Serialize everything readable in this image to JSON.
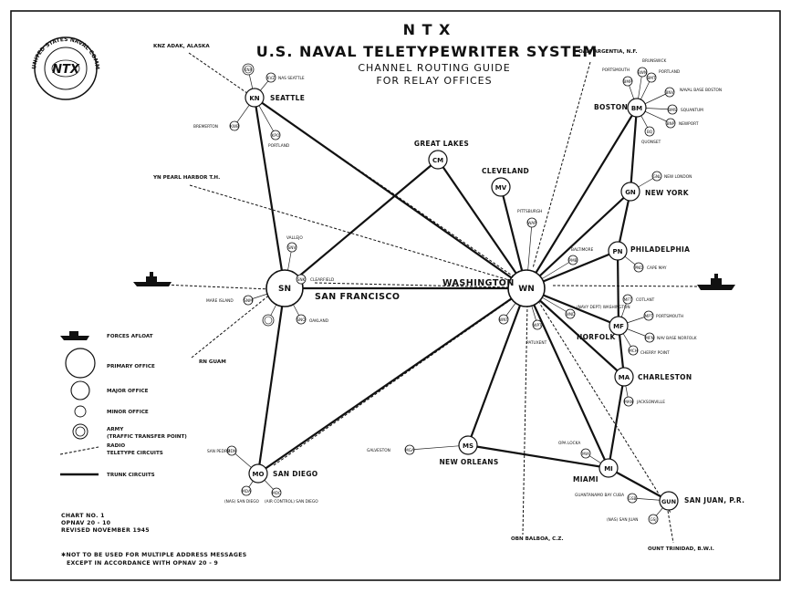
{
  "title": {
    "line1": "N T X",
    "line2": "U.S. NAVAL TELETYPEWRITER SYSTEM",
    "line3": "CHANNEL ROUTING GUIDE",
    "line4": "FOR RELAY OFFICES"
  },
  "seal": {
    "text": "UNITED STATES NAVAL COMMUNICATION SERVICE",
    "center": "NTX"
  },
  "primary_offices": [
    {
      "code": "WN",
      "name": "WASHINGTON"
    },
    {
      "code": "SN",
      "name": "SAN FRANCISCO"
    }
  ],
  "major_offices": [
    {
      "code": "KN",
      "name": "SEATTLE"
    },
    {
      "code": "CM",
      "name": "GREAT LAKES"
    },
    {
      "code": "MV",
      "name": "CLEVELAND"
    },
    {
      "code": "BM",
      "name": "BOSTON"
    },
    {
      "code": "GN",
      "name": "NEW YORK"
    },
    {
      "code": "PN",
      "name": "PHILADELPHIA"
    },
    {
      "code": "MF",
      "name": "NORFOLK"
    },
    {
      "code": "MA",
      "name": "CHARLESTON"
    },
    {
      "code": "MS",
      "name": "NEW ORLEANS"
    },
    {
      "code": "MI",
      "name": "MIAMI"
    },
    {
      "code": "MO",
      "name": "SAN DIEGO"
    },
    {
      "code": "GUN",
      "name": "SAN JUAN, P.R."
    }
  ],
  "remote_radio_labels": {
    "adak": "KNZ ADAK, ALASKA",
    "argentia": "OAM ARGENTIA, N.F.",
    "pearl_harbor": "YN PEARL HARBOR T.H.",
    "guam": "RN GUAM",
    "balboa": "OBN BALBOA, C.Z.",
    "trinidad": "OUNT TRINIDAD, B.W.I."
  },
  "minor_labels": {
    "seattle_nas": "NAS SEATTLE",
    "bremerton": "BREMERTON",
    "portland_or": "PORTLAND",
    "brunswick": "BRUNSWICK",
    "portsmouth_nh": "PORTSMOUTH",
    "portland_me": "PORTLAND",
    "navalbase_boston": "NAVAL BASE BOSTON",
    "squantum": "SQUANTUM",
    "newport": "NEWPORT",
    "quonset": "QUONSET",
    "new_london": "NEW LONDON",
    "baltimore": "BALTIMORE",
    "cape_may": "CAPE MAY",
    "pittsburgh": "PITTSBURGH",
    "navy_dept": "(NAVY DEPT) WASHINGTON",
    "patuxent": "PATUXENT",
    "cotlant": "COTLANT",
    "portsmouth_va": "PORTSMOUTH",
    "nav_base_norfolk": "NAV BASE NORFOLK",
    "cherry_point": "CHERRY POINT",
    "jacksonville": "JACKSONVILLE",
    "opa_locka": "OPA LOCKA",
    "guantanamo": "GUANTANAMO BAY CUBA",
    "san_juan_nas": "(NAS) SAN JUAN",
    "galveston": "GALVESTON",
    "vallejo": "VALLEJO",
    "clearfield": "CLEARFIELD",
    "mare_island": "MARE ISLAND",
    "oakland": "OAKLAND",
    "san_pedro": "SAN PEDRO",
    "nas_san_diego": "(NAS) SAN DIEGO",
    "air_control": "(AIR CONTROL) SAN DIEGO"
  },
  "minor_codes": {
    "knx": "KNX",
    "kvz": "KVZ",
    "kwb": "KWB",
    "kpo": "KPO",
    "bwn": "BWN",
    "bmp": "BMP",
    "bmt": "BMT",
    "bnv": "BNV",
    "bms": "BMS",
    "bnp": "BNP",
    "bq": "BQ",
    "gnl": "GNL",
    "pmb": "PMB",
    "pnd": "PND",
    "wap": "WAP",
    "wnd": "WND",
    "wnt": "WNT",
    "wmt": "WMT",
    "wpt": "WPT",
    "mft": "MFT",
    "mpt": "MPT",
    "mfn": "MFN",
    "mch": "MCH",
    "man": "MAN",
    "mia": "MIA",
    "gsb": "GSB",
    "gsj": "GSJ",
    "mga": "MGA",
    "snv": "SNV",
    "snk": "SNK",
    "snm": "SNM",
    "sno": "SNO",
    "mdn": "MDN",
    "mda": "MDA",
    "mdc": "MDC"
  },
  "legend": {
    "forces_afloat": "FORCES AFLOAT",
    "primary_office": "PRIMARY OFFICE",
    "major_office": "MAJOR OFFICE",
    "minor_office": "MINOR OFFICE",
    "army": "ARMY",
    "army_sub": "(TRAFFIC TRANSFER POINT)",
    "radio": "RADIO",
    "radio_sub": "TELETYPE CIRCUITS",
    "trunk": "TRUNK  CIRCUITS"
  },
  "chart_info": {
    "line1": "CHART NO. 1",
    "line2": "OPNAV  20 - 10",
    "line3": "REVISED NOVEMBER 1945"
  },
  "footnote": {
    "line1": "✱NOT TO BE USED FOR MULTIPLE ADDRESS MESSAGES",
    "line2": "EXCEPT IN ACCORDANCE WITH OPNAV  20 - 9"
  }
}
